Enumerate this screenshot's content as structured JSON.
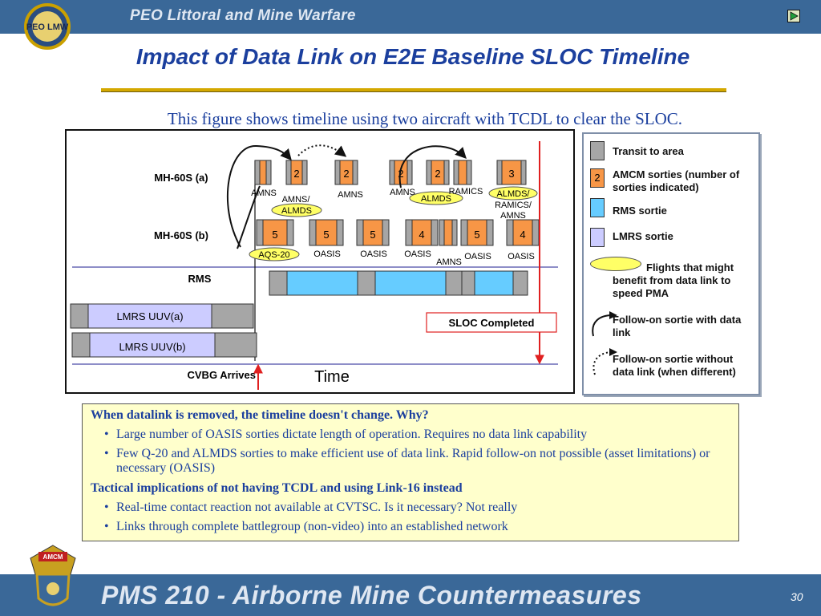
{
  "header": {
    "title": "PEO Littoral and Mine Warfare",
    "logo_text": "PEO LMW"
  },
  "slide": {
    "title": "Impact of Data Link on E2E Baseline SLOC Timeline",
    "subtitle": "This figure shows timeline using two aircraft with TCDL to clear the SLOC."
  },
  "diagram": {
    "rows": {
      "mh60s_a": "MH-60S (a)",
      "mh60s_b": "MH-60S (b)",
      "rms": "RMS",
      "lmrs_a": "LMRS UUV(a)",
      "lmrs_b": "LMRS UUV(b)"
    },
    "sorties_a": [
      {
        "count": "2"
      },
      {
        "count": "2"
      },
      {
        "count": "2"
      },
      {
        "count": "2"
      },
      {
        "count": "3"
      }
    ],
    "sorties_b": [
      {
        "count": "5"
      },
      {
        "count": "5"
      },
      {
        "count": "5"
      },
      {
        "count": "4"
      },
      {
        "count": "5"
      },
      {
        "count": "4"
      }
    ],
    "labels_a": {
      "amns_1": "AMNS",
      "amns_almds_1": "AMNS/",
      "almds_1": "ALMDS",
      "amns_2": "AMNS",
      "amns_3": "AMNS",
      "almds_2": "ALMDS",
      "ramics": "RAMICS",
      "almds_ramics_amns_1": "ALMDS/",
      "almds_ramics_amns_2": "RAMICS/",
      "almds_ramics_amns_3": "AMNS"
    },
    "labels_b": {
      "aqs20": "AQS-20",
      "oasis_1": "OASIS",
      "oasis_2": "OASIS",
      "oasis_3": "OASIS",
      "amns": "AMNS",
      "oasis_4": "OASIS",
      "oasis_5": "OASIS"
    },
    "sloc_completed": "SLOC Completed",
    "cvbg_arrives": "CVBG Arrives",
    "time_label": "Time"
  },
  "legend": {
    "transit": "Transit to area",
    "amcm_count": "2",
    "amcm": "AMCM sorties (number of sorties indicated)",
    "rms": "RMS sortie",
    "lmrs": "LMRS sortie",
    "flights": "Flights that might benefit from data link to speed PMA",
    "follow_with": "Follow-on sortie with data link",
    "follow_without": "Follow-on sortie without data link (when different)"
  },
  "notes": {
    "heading_1": "When datalink is removed, the timeline doesn't change.  Why?",
    "bullet_1": "Large number of OASIS sorties dictate length of operation.  Requires no data link capability",
    "bullet_2": "Few Q-20 and ALMDS sorties to make efficient use of data link. Rapid follow-on not possible (asset limitations) or necessary (OASIS)",
    "heading_2": "Tactical implications of not having TCDL and using Link-16 instead",
    "bullet_3": "Real-time contact reaction not available at CVTSC. Is it necessary? Not really",
    "bullet_4": "Links through complete battlegroup (non-video) into an established network"
  },
  "footer": {
    "title": "PMS 210 - Airborne Mine Countermeasures",
    "page": "30",
    "logo_text": "AMCM"
  },
  "colors": {
    "header_blue": "#3a6898",
    "title_blue": "#1b3f9e",
    "transit_gray": "#a6a6a6",
    "amcm_orange": "#f79646",
    "rms_blue": "#66ccff",
    "lmrs_lavender": "#ccccff",
    "highlight_yellow": "#ffff66",
    "sloc_red": "#e02020"
  }
}
